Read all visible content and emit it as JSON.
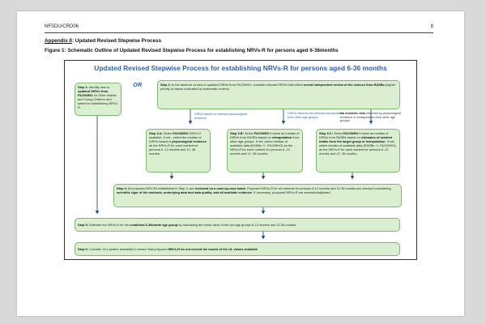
{
  "header": {
    "doc_id": "NFSDU/CRD06",
    "page_number": "8"
  },
  "appendix": {
    "label": "Appendix II",
    "title": ": Updated Revised Stepwise Process"
  },
  "figure_caption": "Figure 1: Schematic Outline of Updated Revised Stepwise Process for establishing NRVs-R for persons aged 6-36months",
  "figure": {
    "title": "Updated Revised Stepwise Process for establishing NRVs-R for persons aged 6-36 months",
    "or_label": "OR",
    "step1": {
      "lead": "Step 1:",
      "text1": " Identify new or ",
      "bold1": "updated DIRVs from FAO/WHO",
      "text2": " for Older Infants and Young Children and select for establishing NRVs-R"
    },
    "step2": {
      "lead": "Step 2:",
      "text1": " In the absence of new or updated DIRVs from FAO/WHO, consider relevant DIRVs that reflect ",
      "bold1": "recent independent review of the science from RASBs",
      "text2": " (higher priority to values evaluated by systematic review)."
    },
    "notes": {
      "physio": "DIRVs based on relevant physiological evidence",
      "extrap": "DIRVs informed by relevant extrapolation from other age groups",
      "nodata_bold": "No available data",
      "nodata_text": " informed by physiological evidence or extrapolation from other age groups"
    },
    "step3a": {
      "lead": "Step 3.A:",
      "text1": " Select ",
      "bold1": "FAO/WHO",
      "text2": " DIRVs if available. If not - select the median of DIRVs based of ",
      "bold2": "physiological evidence",
      "text3": " as the NRVs-R for each nutrient for persons 6 -12 months and 12 -36 months."
    },
    "step3b": {
      "lead": "Step 3.B:",
      "text1": " Select ",
      "bold1": "FAO/WHO",
      "text2": " if same as median of DIRVs from RASBs based on ",
      "bold2": "extrapolation",
      "text3": " from other age groups. If not, select median of available data (RASBs +/- FAO/WHO) as the NRVs-R for each nutrient for persons 6 -12 months and 12 -36 months."
    },
    "step3c": {
      "lead": "Step 3.C:",
      "text1": " Select ",
      "bold1": "FAO/WHO",
      "text2": " if same as median of DIRVs from RASBs based on ",
      "bold2": "estimates of nutrient intake from the target group or interpolation",
      "text3": ". If not, select median of available data (RASBs +/- FAO/WHO) as the NRVs-R for each nutrient for persons 6 -12 months and 12 -36 months."
    },
    "step4": {
      "lead": "Step 4:",
      "text1": " All proposed NRV-Rs established in Step 3, are ",
      "bold1": "reviewed on a case-by-case basis",
      "text2": ". Proposed NRVs-R for all nutrients for persons 6-12 months and 12-36 months are checked considering ",
      "bold2": "scientific rigor of the methods, underlying data and data quality, and all available evidence",
      "text3": ". If necessary, proposed NRVs-R are amended/adjusted."
    },
    "step5": {
      "lead": "Step 5:",
      "text1": " Estimate the NRVs-R for the ",
      "bold1": "combined 6-36month age group",
      "text2": " by calculating the mean value of the two age groups 6-12 months and 12-36 months."
    },
    "step6": {
      "lead": "Step 6:",
      "text1": " Consider ULs (where available) to ensure that proposed ",
      "bold1": "NRVs-R do not exceed the lowest of the UL values available",
      "text2": ""
    }
  },
  "colors": {
    "box_fill": "#d9efcf",
    "box_border": "#7cb870",
    "accent_blue": "#2c63b3",
    "arrow": "#1f4e8c"
  }
}
